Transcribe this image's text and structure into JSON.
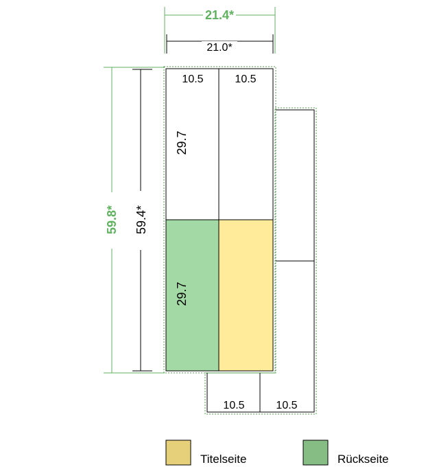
{
  "colors": {
    "title_page": "#ffeb99",
    "back_page": "#a3d9a5",
    "legend_title": "#e6d17a",
    "legend_back": "#85bd85",
    "bleed_green": "#5fb25f",
    "outline_dash": "#4f9d4f",
    "line": "#000000"
  },
  "dimensions": {
    "outer_width": "21.4*",
    "inner_width": "21.0*",
    "outer_height": "59.8*",
    "inner_height": "59.4*",
    "col_top_left": "10.5",
    "col_top_right": "10.5",
    "row_top": "29.7",
    "row_bottom": "29.7",
    "col_bottom_left": "10.5",
    "col_bottom_right": "10.5"
  },
  "legend": {
    "title_label": "Titelseite",
    "back_label": "Rückseite"
  }
}
